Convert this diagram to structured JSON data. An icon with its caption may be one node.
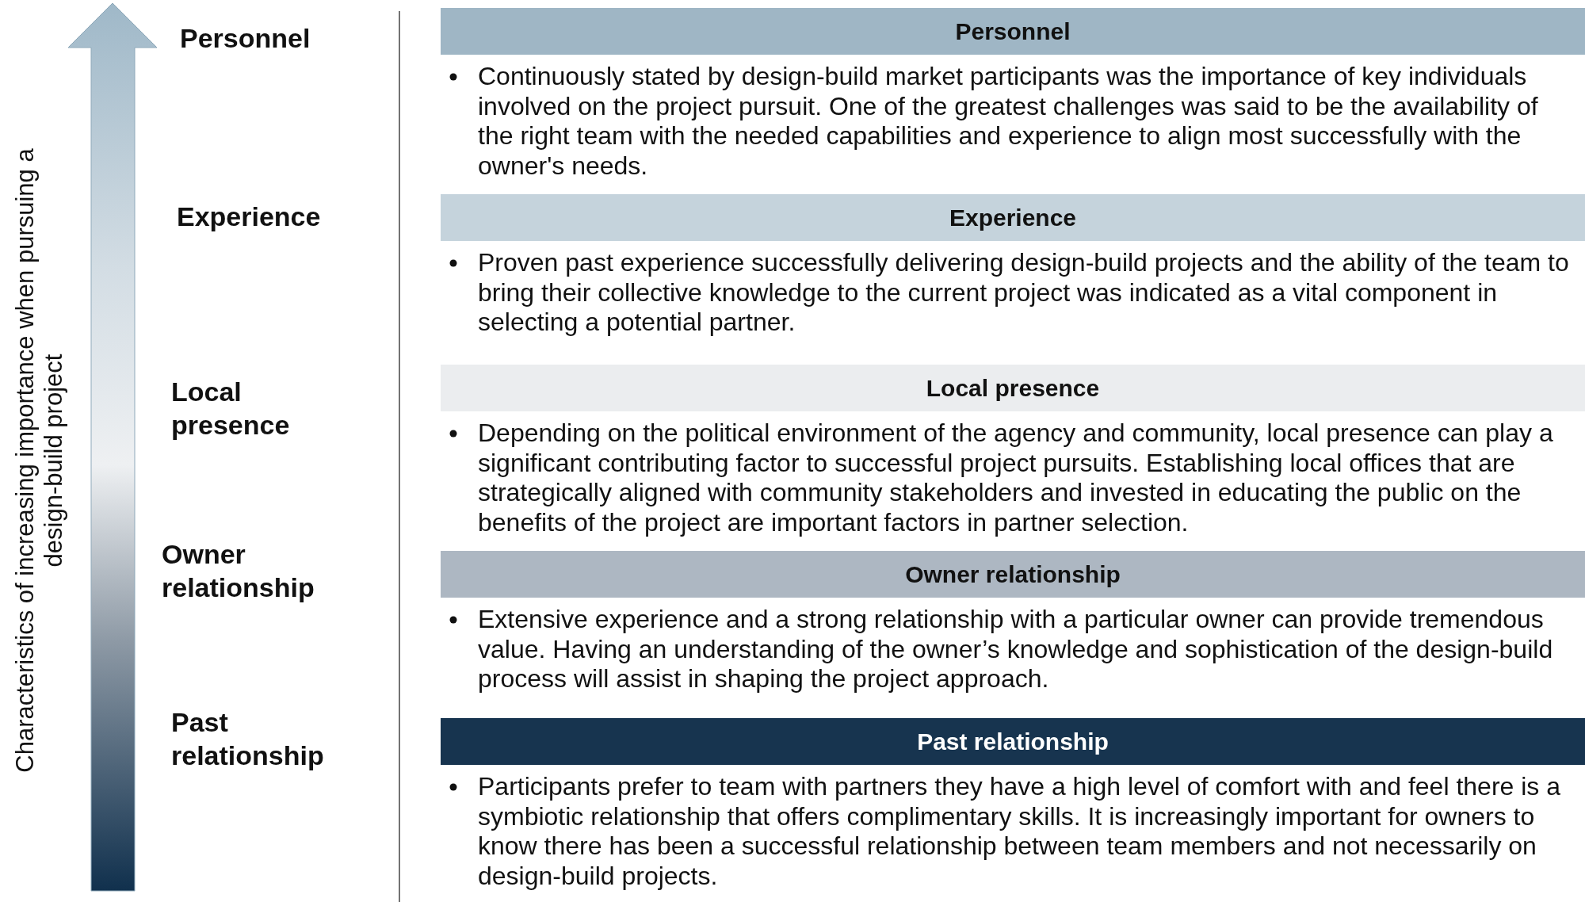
{
  "diagram": {
    "nodes": [
      {
        "text": [
          "Personnel"
        ],
        "beside": [
          "Continuously stated by design-build market participants was the importance of key individuals involved on the project pursuit. One of the greatest challenges was said to be the availability of the right team with the needed capabilities and experience to align most successfully with the owner's needs."
        ]
      },
      {
        "text": [
          "Experience"
        ],
        "beside": [
          "Proven past experience successfully delivering design-build projects and the ability of the team to bring their collective knowledge to the current project was indicated as a vital component in selecting a potential partner."
        ]
      },
      {
        "text": [
          "Local presence"
        ],
        "beside": [
          "Depending on the political environment of the agency and community, local presence can play a significant contributing factor to successful project pursuits. Establishing local offices that are strategically aligned with community stakeholders and invested in educating the public on the benefits of the project are important factors in partner selection."
        ]
      },
      {
        "text": [
          "Owner relationship"
        ],
        "beside": [
          "Extensive experience and a strong relationship with a particular owner can provide tremendous value. Having an understanding of the owner’s knowledge and sophistication of the design-build process will assist in shaping the project approach."
        ]
      },
      {
        "text": [
          "Past relationship"
        ],
        "beside": [
          "Participants prefer to team with partners they have a high level of comfort with and feel there is a symbiotic relationship that offers complimentary skills. It is increasingly important for owners to know there has been a successful relationship between team members and not necessarily on design-build projects."
        ]
      }
    ],
    "edges": [],
    "labels": [
      "Characteristics of increasing importance when pursuing a design-build project",
      "Personnel",
      "Experience",
      "Local presence",
      "Owner relationship",
      "Past relationship"
    ]
  }
}
